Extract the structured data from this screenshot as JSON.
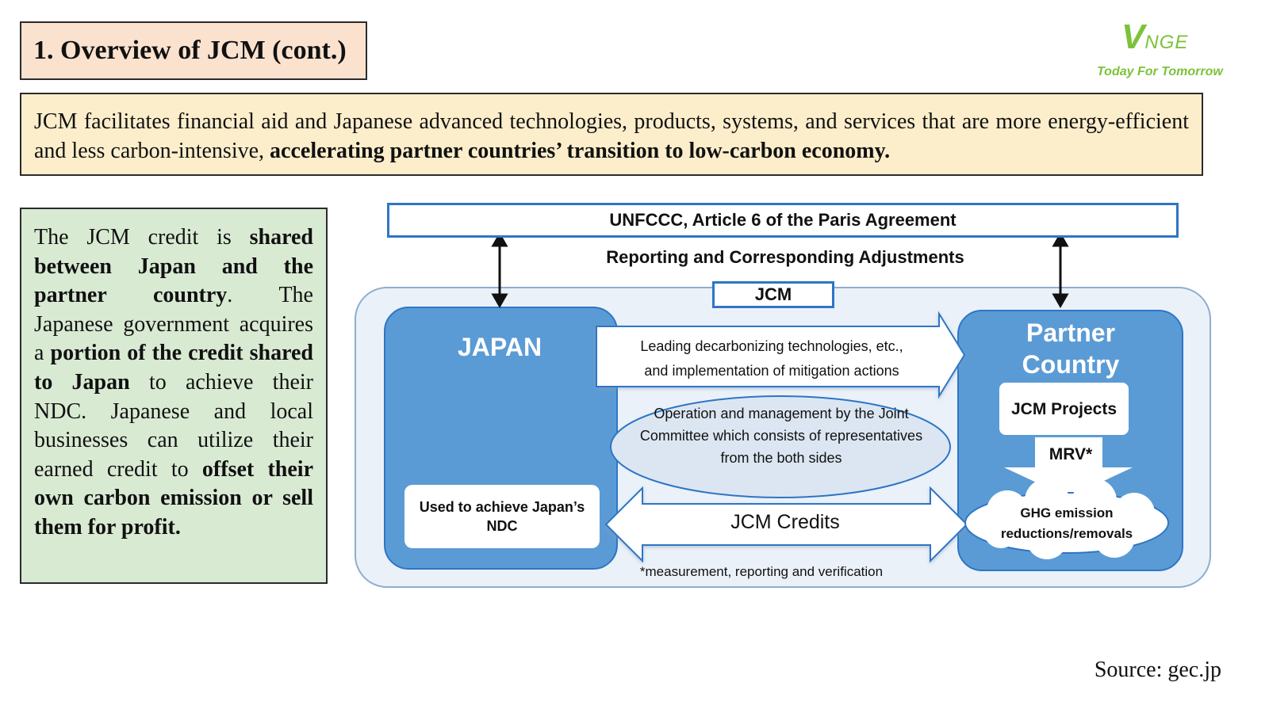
{
  "header": {
    "title": "1. Overview of JCM (cont.)"
  },
  "logo": {
    "mark_v": "V",
    "mark_rest": "NGE",
    "tagline": "Today For Tomorrow",
    "color": "#7cc23a"
  },
  "intro": {
    "text_plain": "JCM facilitates financial aid and Japanese advanced technologies, products, systems, and services that are more energy-efficient and less carbon-intensive, ",
    "text_bold": "accelerating partner countries’ transition to low-carbon economy."
  },
  "side": {
    "p1": "The JCM credit is ",
    "b1": "shared between Japan and the partner country",
    "p2": ". The Japanese government acquires a ",
    "b2": "portion of the credit shared to Japan",
    "p3": " to achieve their NDC. Japanese and local businesses can utilize their earned credit to ",
    "b3": "offset their own carbon emission or sell them for profit."
  },
  "diagram": {
    "unfccc": "UNFCCC,  Article 6 of the Paris Agreement",
    "reporting": "Reporting and Corresponding Adjustments",
    "jcm": "JCM",
    "japan": "JAPAN",
    "used_for": "Used to achieve Japan’s NDC",
    "partner_line1": "Partner",
    "partner_line2": "Country",
    "projects": "JCM Projects",
    "mrv": "MRV*",
    "ghg": "GHG emission reductions/removals",
    "leading_line1": "Leading decarbonizing technologies, etc.,",
    "leading_line2": "and implementation of mitigation actions",
    "operation": "Operation and management by the Joint Committee which consists of representatives from the both sides",
    "credits": "JCM Credits",
    "footnote": "*measurement, reporting and verification",
    "colors": {
      "blue": "#5b9bd5",
      "dark_blue": "#2e75c6",
      "panel": "#eaf1f8",
      "ellipse": "#dce6f2"
    }
  },
  "source": "Source: gec.jp"
}
